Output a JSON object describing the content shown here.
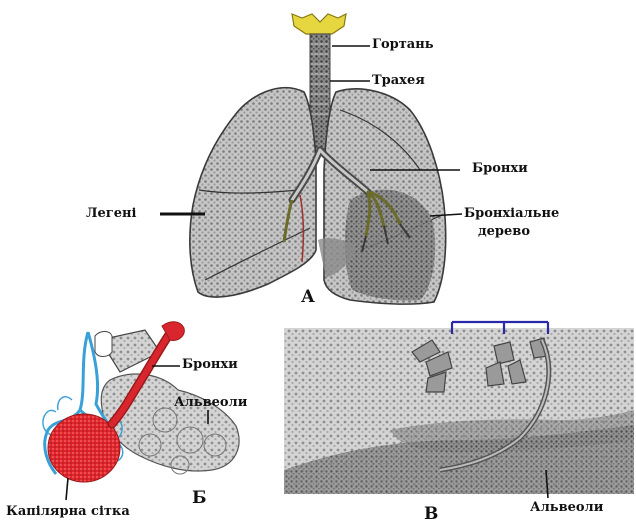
{
  "labels": {
    "larynx": "Гортань",
    "trachea": "Трахея",
    "bronchi_a": "Бронхи",
    "lungs": "Легені",
    "bronchial_tree_1": "Бронхіальне",
    "bronchial_tree_2": "дерево",
    "bronchi_b": "Бронхи",
    "alveoli_b": "Альвеоли",
    "capillary_net": "Капілярна сітка",
    "alveoli_c": "Альвеоли"
  },
  "panels": {
    "a": "А",
    "b": "Б",
    "c": "В"
  },
  "colors": {
    "larynx": "#e6d640",
    "lung_fill": "#b9b9b9",
    "lung_dark": "#6f6f6f",
    "artery": "#d9262e",
    "vein": "#3aa0d8",
    "capillary": "#e0262e",
    "bracket": "#2a2aa8",
    "olive": "#6b6b2a"
  }
}
